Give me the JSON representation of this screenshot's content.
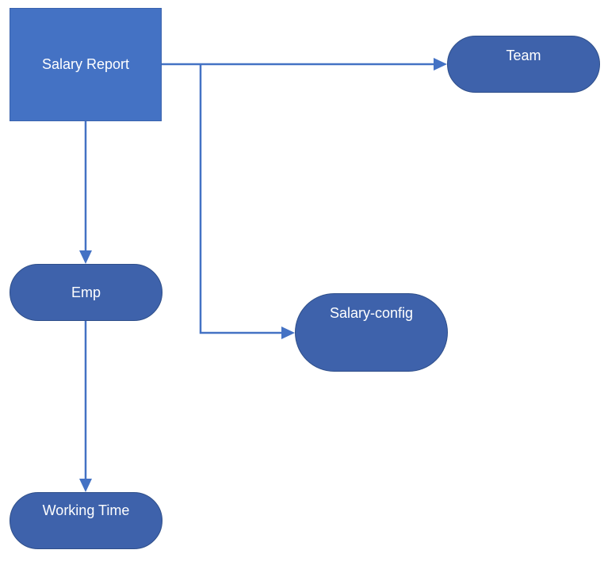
{
  "diagram": {
    "nodes": {
      "salary_report": "Salary Report",
      "team": "Team",
      "emp": "Emp",
      "salary_config": "Salary-config",
      "working_time": "Working Time"
    },
    "edges": [
      {
        "from": "Salary Report",
        "to": "Team"
      },
      {
        "from": "Salary Report",
        "to": "Salary-config"
      },
      {
        "from": "Salary Report",
        "to": "Emp"
      },
      {
        "from": "Emp",
        "to": "Working Time"
      }
    ],
    "colors": {
      "rect_fill": "#4472C4",
      "pill_fill": "#3E62AB",
      "connector": "#4472C4",
      "text": "#ffffff"
    }
  }
}
